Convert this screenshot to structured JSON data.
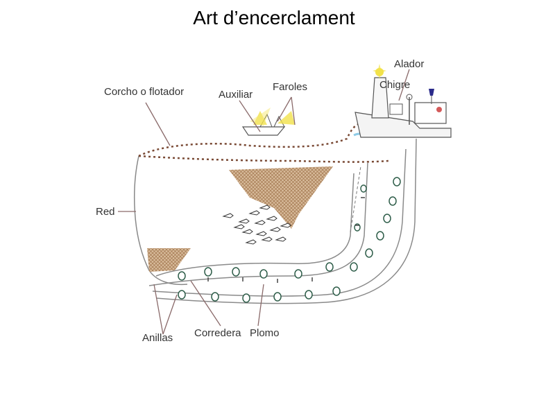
{
  "slide": {
    "title": "Art d’encerclament"
  },
  "diagram": {
    "labels": {
      "corcho": "Corcho o flotador",
      "auxiliar": "Auxiliar",
      "faroles": "Faroles",
      "alador": "Alador",
      "chigre": "Chigre",
      "red": "Red",
      "anillas": "Anillas",
      "corredera": "Corredera",
      "plomo": "Plomo"
    },
    "colors": {
      "cork_line": "#7a4a35",
      "net_fill": "#c9a27e",
      "ring": "#2f5e4a",
      "water": "#8ecbe6",
      "light": "#f2e24a",
      "outline": "#777777"
    }
  }
}
